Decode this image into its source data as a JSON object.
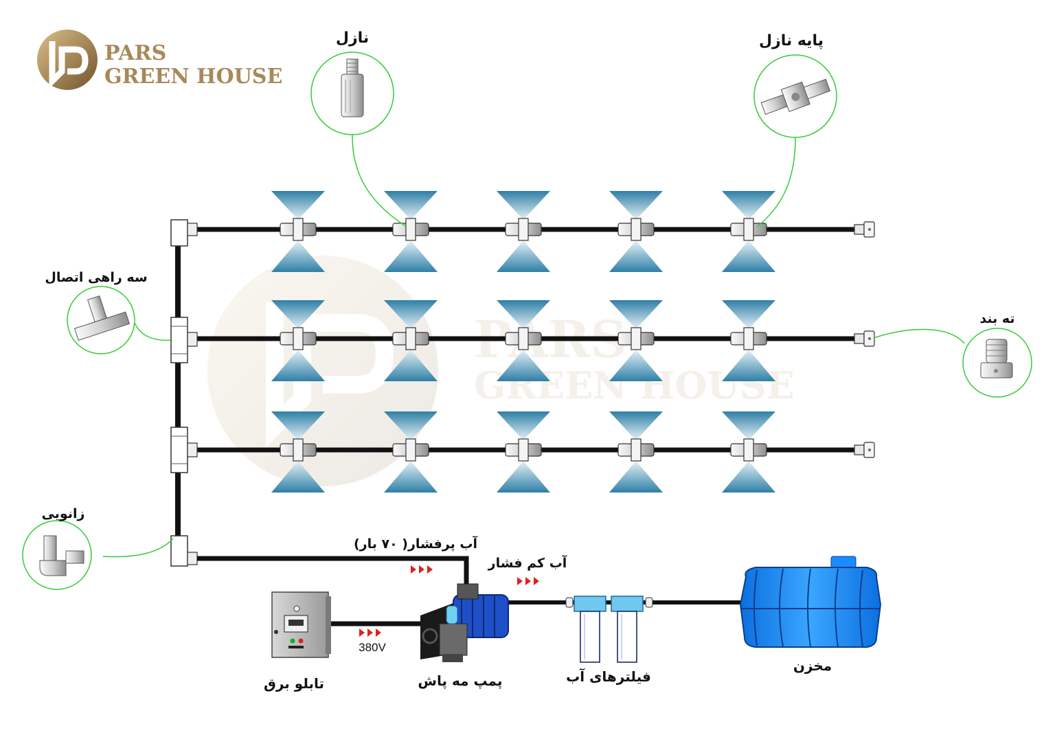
{
  "logo": {
    "line1": "PARS",
    "line2": "GREEN HOUSE",
    "color": "#a8895a"
  },
  "watermark": {
    "line1": "PARS",
    "line2": "GREEN HOUSE"
  },
  "labels": {
    "nozzle": "نازل",
    "nozzle_base": "پایه نازل",
    "tee_connector": "سه راهی اتصال",
    "end_cap": "ته بند",
    "elbow": "زانویی",
    "high_pressure_water": "آب پرفشار( ۷۰ بار)",
    "low_pressure_water": "آب کم فشار",
    "voltage": "380V",
    "electric_panel": "تابلو برق",
    "mist_pump": "پمپ مه پاش",
    "water_filters": "فیلترهای آب",
    "tank": "مخزن"
  },
  "colors": {
    "pipe": "#111111",
    "spray": "#4a8fb0",
    "callout": "#33cc33",
    "arrow": "#e02020",
    "tank": "#1a8cff",
    "pump": "#1f4fc8"
  }
}
